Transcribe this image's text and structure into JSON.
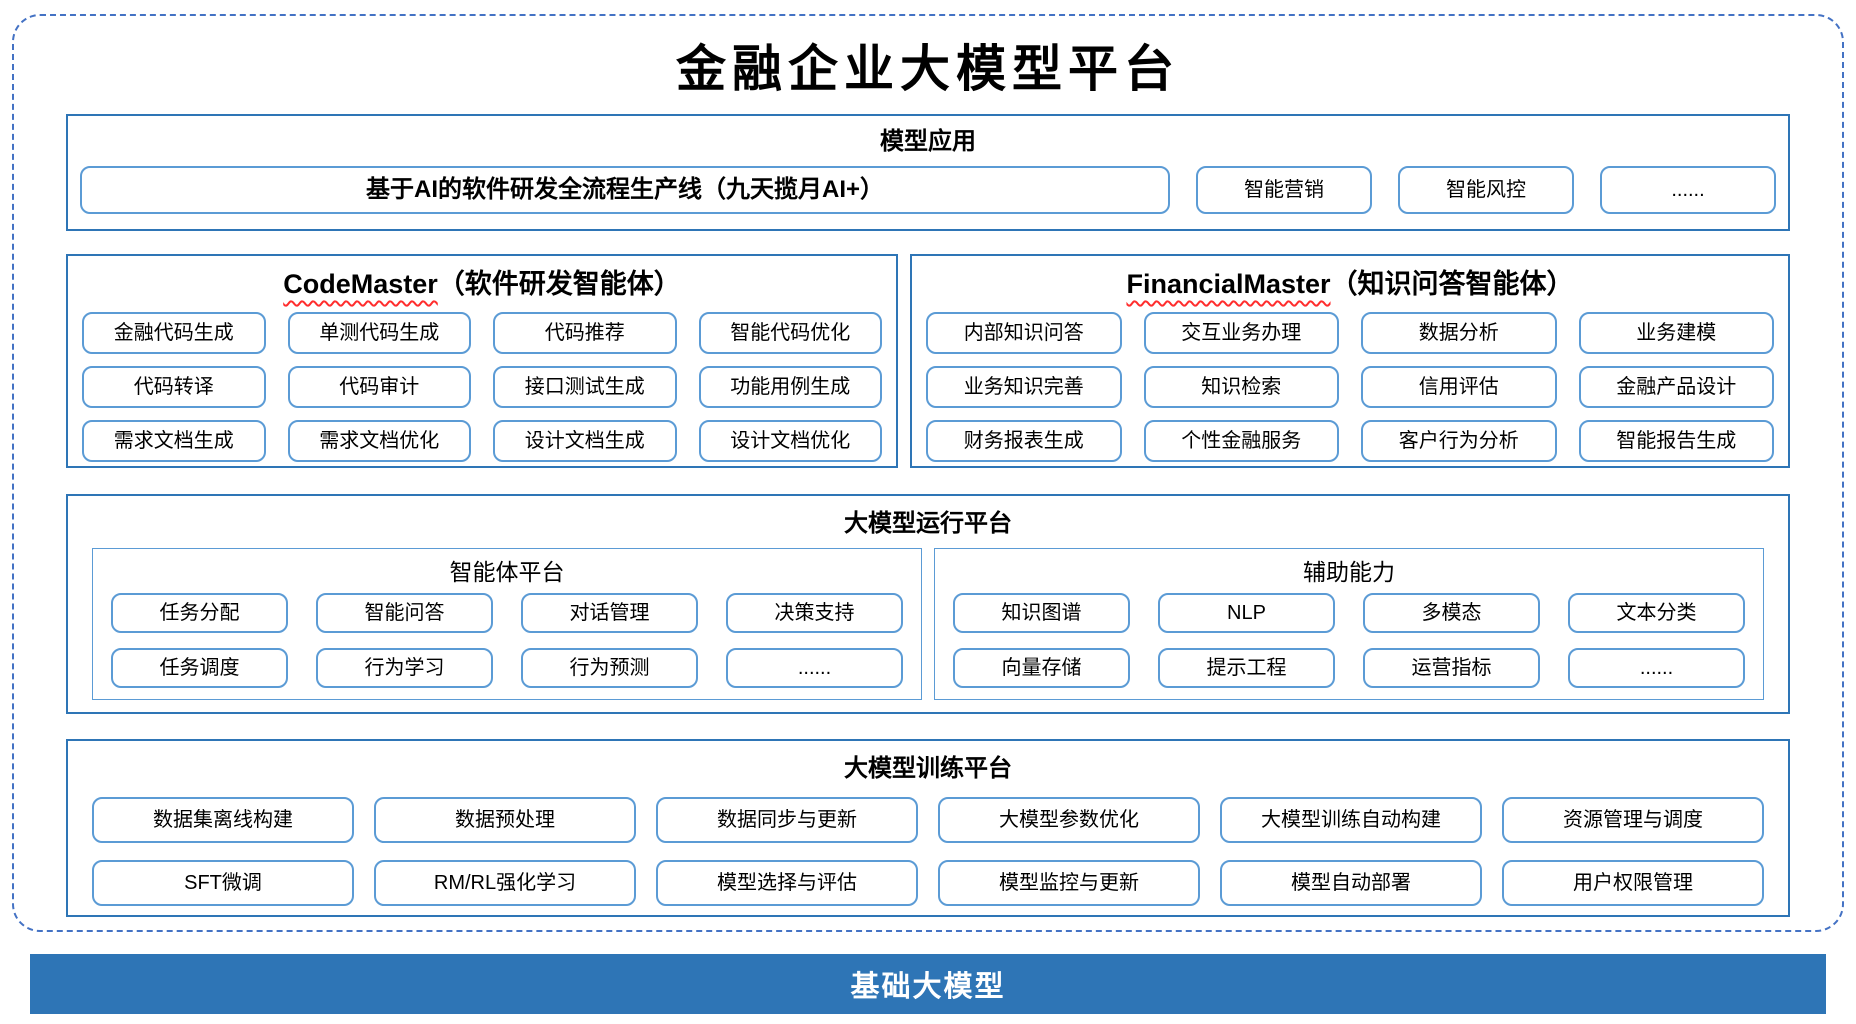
{
  "title": "金融企业大模型平台",
  "colors": {
    "accent_dark": "#2E75B6",
    "accent_light": "#5B9BD5",
    "dashed_border": "#4472C4",
    "squiggle_underline": "#FF2D2D",
    "foundation_bar_bg": "#2E75B6",
    "foundation_bar_text": "#FFFFFF"
  },
  "model_app": {
    "header": "模型应用",
    "main_pill": "基于AI的软件研发全流程生产线（九天揽月AI+）",
    "pills": [
      "智能营销",
      "智能风控",
      "......"
    ]
  },
  "code_master": {
    "name": "CodeMaster",
    "suffix": "（软件研发智能体）",
    "items": [
      "金融代码生成",
      "单测代码生成",
      "代码推荐",
      "智能代码优化",
      "代码转译",
      "代码审计",
      "接口测试生成",
      "功能用例生成",
      "需求文档生成",
      "需求文档优化",
      "设计文档生成",
      "设计文档优化"
    ]
  },
  "financial_master": {
    "name": "FinancialMaster",
    "suffix": "（知识问答智能体）",
    "items": [
      "内部知识问答",
      "交互业务办理",
      "数据分析",
      "业务建模",
      "业务知识完善",
      "知识检索",
      "信用评估",
      "金融产品设计",
      "财务报表生成",
      "个性金融服务",
      "客户行为分析",
      "智能报告生成"
    ]
  },
  "runtime": {
    "header": "大模型运行平台",
    "groups": [
      {
        "header": "智能体平台",
        "items": [
          "任务分配",
          "智能问答",
          "对话管理",
          "决策支持",
          "任务调度",
          "行为学习",
          "行为预测",
          "......"
        ]
      },
      {
        "header": "辅助能力",
        "items": [
          "知识图谱",
          "NLP",
          "多模态",
          "文本分类",
          "向量存储",
          "提示工程",
          "运营指标",
          "......"
        ]
      }
    ]
  },
  "training": {
    "header": "大模型训练平台",
    "items": [
      "数据集离线构建",
      "数据预处理",
      "数据同步与更新",
      "大模型参数优化",
      "大模型训练自动构建",
      "资源管理与调度",
      "SFT微调",
      "RM/RL强化学习",
      "模型选择与评估",
      "模型监控与更新",
      "模型自动部署",
      "用户权限管理"
    ]
  },
  "foundation": {
    "label": "基础大模型"
  }
}
